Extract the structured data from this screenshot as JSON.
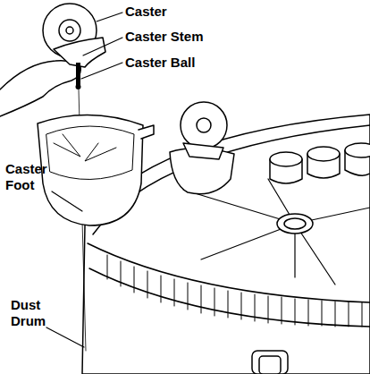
{
  "diagram": {
    "labels": [
      "Caster",
      "Caster Stem",
      "Caster Ball",
      "Caster Foot",
      "Dust Drum"
    ]
  }
}
